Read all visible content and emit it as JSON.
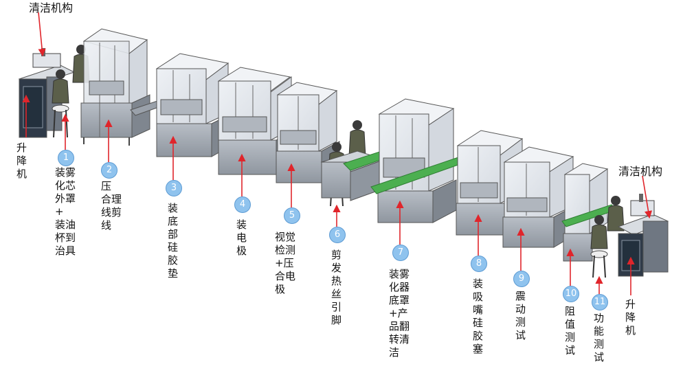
{
  "title": "",
  "machines": [
    {
      "id": "lift-left",
      "label": "升\n降\n机"
    },
    {
      "id": "st1",
      "badge": "1",
      "label": "装雾\n化芯\n外罩\n+\n装油\n杯到\n治具"
    },
    {
      "id": "st2",
      "badge": "2",
      "label": "压\n合理\n线剪\n线"
    },
    {
      "id": "st3",
      "badge": "3",
      "label": "装\n底\n部\n硅\n胶\n垫"
    },
    {
      "id": "st4",
      "badge": "4",
      "label": "装\n电\n极"
    },
    {
      "id": "st5",
      "badge": "5",
      "label": "视觉\n检测\n+压\n合电\n极"
    },
    {
      "id": "st6",
      "badge": "6",
      "label": "剪\n发\n热\n丝\n引\n脚"
    },
    {
      "id": "st7",
      "badge": "7",
      "label": "装雾\n化器\n底罩\n+产\n品翻\n转清\n洁"
    },
    {
      "id": "st8",
      "badge": "8",
      "label": "装\n吸\n嘴\n硅\n胶\n塞"
    },
    {
      "id": "st9",
      "badge": "9",
      "label": "震\n动\n测\n试"
    },
    {
      "id": "st10",
      "badge": "10",
      "label": "阻\n值\n测\n试"
    },
    {
      "id": "st11",
      "badge": "11",
      "label": "功\n能\n测\n试"
    },
    {
      "id": "lift-right",
      "label": "升\n降\n机"
    }
  ],
  "cleaning_left": "清洁机构",
  "cleaning_right": "清洁机构",
  "colors": {
    "badge": "#8fc3ee",
    "arrow": "#e0252b",
    "frame": "#9aa3ad",
    "glass": "#e6e9ee",
    "base": "#a9afb7",
    "conveyor": "#4caf50"
  }
}
